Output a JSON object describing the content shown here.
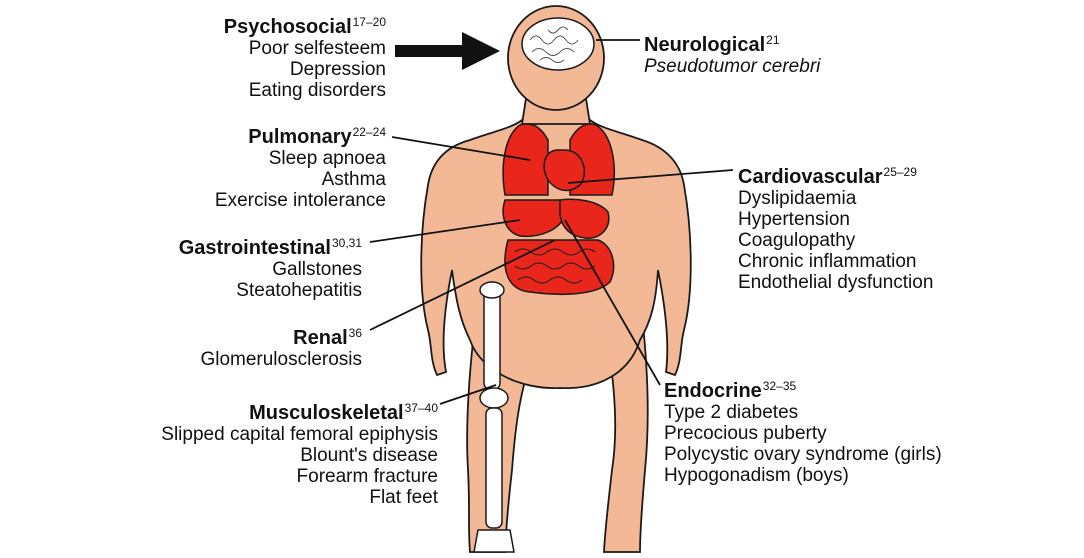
{
  "colors": {
    "skin": "#f3b996",
    "skin_outline": "#1a1a1a",
    "organ": "#e8261b",
    "bone": "#ffffff",
    "text": "#111111"
  },
  "categories": [
    {
      "id": "psychosocial",
      "title": "Psychosocial",
      "refs": "17–20",
      "items": [
        "Poor selfesteem",
        "Depression",
        "Eating disorders"
      ],
      "italic": false
    },
    {
      "id": "neurological",
      "title": "Neurological",
      "refs": "21",
      "items": [
        "Pseudotumor cerebri"
      ],
      "italic": true
    },
    {
      "id": "pulmonary",
      "title": "Pulmonary",
      "refs": "22–24",
      "items": [
        "Sleep apnoea",
        "Asthma",
        "Exercise intolerance"
      ],
      "italic": false
    },
    {
      "id": "cardiovascular",
      "title": "Cardiovascular",
      "refs": "25–29",
      "items": [
        "Dyslipidaemia",
        "Hypertension",
        "Coagulopathy",
        "Chronic inflammation",
        "Endothelial dysfunction"
      ],
      "italic": false
    },
    {
      "id": "gastrointestinal",
      "title": "Gastrointestinal",
      "refs": "30,31",
      "items": [
        "Gallstones",
        "Steatohepatitis"
      ],
      "italic": false
    },
    {
      "id": "renal",
      "title": "Renal",
      "refs": "36",
      "items": [
        "Glomerulosclerosis"
      ],
      "italic": false
    },
    {
      "id": "endocrine",
      "title": "Endocrine",
      "refs": "32–35",
      "items": [
        "Type 2 diabetes",
        "Precocious puberty",
        "Polycystic ovary syndrome (girls)",
        "Hypogonadism (boys)"
      ],
      "italic": false
    },
    {
      "id": "musculoskeletal",
      "title": "Musculoskeletal",
      "refs": "37–40",
      "items": [
        "Slipped capital femoral epiphysis",
        "Blount's disease",
        "Forearm fracture",
        "Flat feet"
      ],
      "italic": false
    }
  ]
}
